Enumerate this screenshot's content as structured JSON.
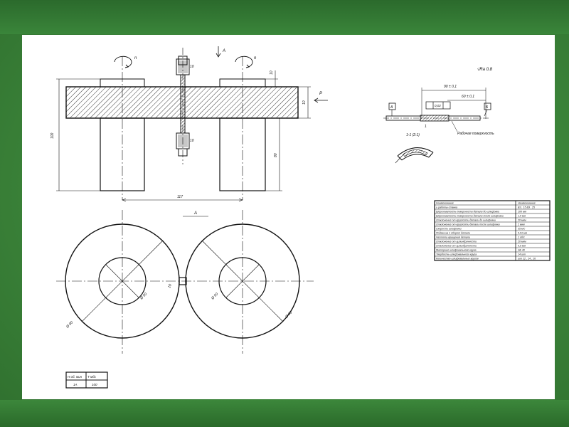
{
  "drawing": {
    "note_top_roughness": "√Ra 0,8",
    "view_a_label": "A",
    "arrow_a_label": "A",
    "arrow_p_label": "P",
    "rotation_n_label": "n",
    "dim_height_left": "100",
    "dim_height_right": "80",
    "dim_top_small": "10",
    "dim_plate": "10",
    "dim_center_distance": "117",
    "dim_od_left": "Ø 90",
    "dim_od_right": "Ø 90",
    "dim_id": "Ø 50",
    "dim_gap": "10",
    "dim_shaft_len": "90 ± 0,1",
    "dim_shaft_part": "60 ± 0,1",
    "section_label": "1-1 (2:1)",
    "section_mark": "1",
    "datum_a": "А",
    "datum_b": "Б",
    "hardened_note": "Рабочая поверхность",
    "tolerance_box": "0,02",
    "stamp": {
      "header": [
        "Н об. мин",
        "Т мбс"
      ],
      "values": [
        "1А",
        "100"
      ]
    },
    "spec_table": {
      "rows": [
        [
          "Наименование",
          "Наименование"
        ],
        [
          "и работы станка",
          "ВЗ ,  15 ВЗ , 25"
        ],
        [
          "Шероховатость поверхности детали до шлифовки",
          "100 мм"
        ],
        [
          "Шероховатость поверхности детали после шлифовки",
          "1,0 мм"
        ],
        [
          "Отклонение от круглости детали до шлифовки",
          "20 мкм"
        ],
        [
          "Отклонение от круглости детали после шлифовки",
          "2 мкм"
        ],
        [
          "Скорость шлифовки",
          "35 м/с"
        ],
        [
          "Подача на 1 оборот детали",
          "0,01 мм"
        ],
        [
          "Частота вращения детали",
          "1 об/с"
        ],
        [
          "Отклонение от цилиндричности",
          "20 мкм"
        ],
        [
          "Отклонение от цилиндричности",
          "0,5 мм"
        ],
        [
          "Материал шлифовального круга",
          "ЭБ 40"
        ],
        [
          "Твердость шлифовального круга",
          "14 шт"
        ],
        [
          "Количество шлифовальных кругов",
          "шт 12 , 14 , 16"
        ]
      ]
    }
  }
}
